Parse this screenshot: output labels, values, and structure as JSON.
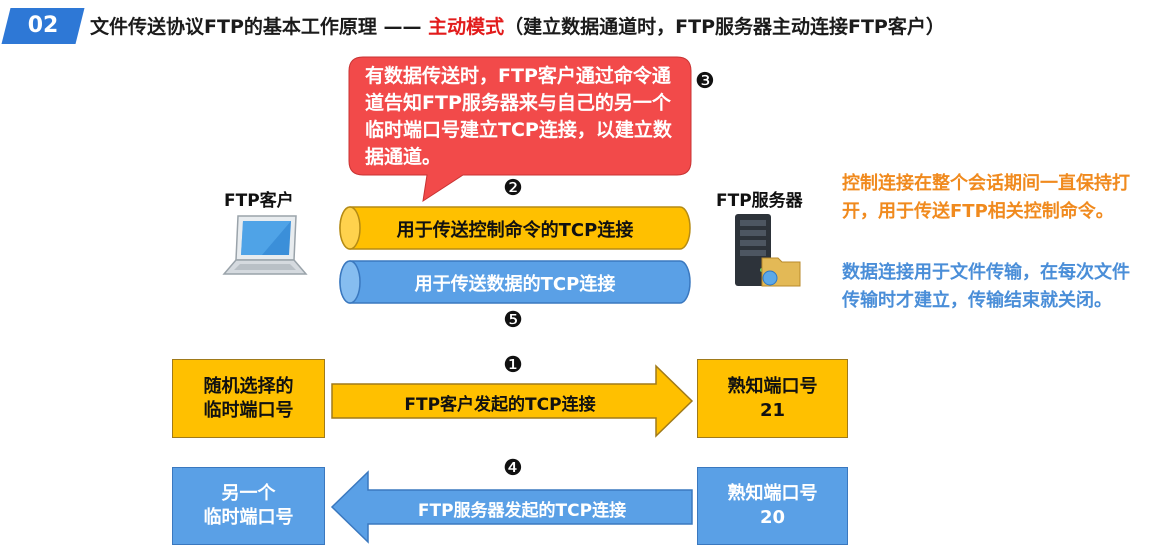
{
  "header": {
    "badge": "02",
    "title_main": "文件传送协议FTP的基本工作原理 —— ",
    "title_mode": "主动模式",
    "title_note": "（建立数据通道时，FTP服务器主动连接FTP客户）"
  },
  "callout": {
    "text": "有数据传送时，FTP客户通过命令通道告知FTP服务器来与自己的另一个临时端口号建立TCP连接，以建立数据通道。"
  },
  "steps": {
    "s1": "❶",
    "s2": "❷",
    "s3": "❸",
    "s4": "❹",
    "s5": "❺"
  },
  "client": {
    "label": "FTP客户"
  },
  "server": {
    "label": "FTP服务器"
  },
  "pipes": {
    "control": "用于传送控制命令的TCP连接",
    "data": "用于传送数据的TCP连接"
  },
  "notes": {
    "control": "控制连接在整个会话期间一直保持打开，用于传送FTP相关控制命令。",
    "data": "数据连接用于文件传输，在每次文件传输时才建立，传输结束就关闭。"
  },
  "connections": {
    "client_port1": "随机选择的\n临时端口号",
    "arrow1": "FTP客户发起的TCP连接",
    "server_port1_name": "熟知端口号",
    "server_port1_num": "21",
    "client_port2": "另一个\n临时端口号",
    "arrow2": "FTP服务器发起的TCP连接",
    "server_port2_name": "熟知端口号",
    "server_port2_num": "20"
  },
  "colors": {
    "badge": "#2e78d6",
    "callout": "#f24a4a",
    "control": "#ffc000",
    "data": "#5aa0e6",
    "note_orange": "#f08a1e",
    "note_blue": "#4a8ed8",
    "title_red": "#e21b1b"
  }
}
